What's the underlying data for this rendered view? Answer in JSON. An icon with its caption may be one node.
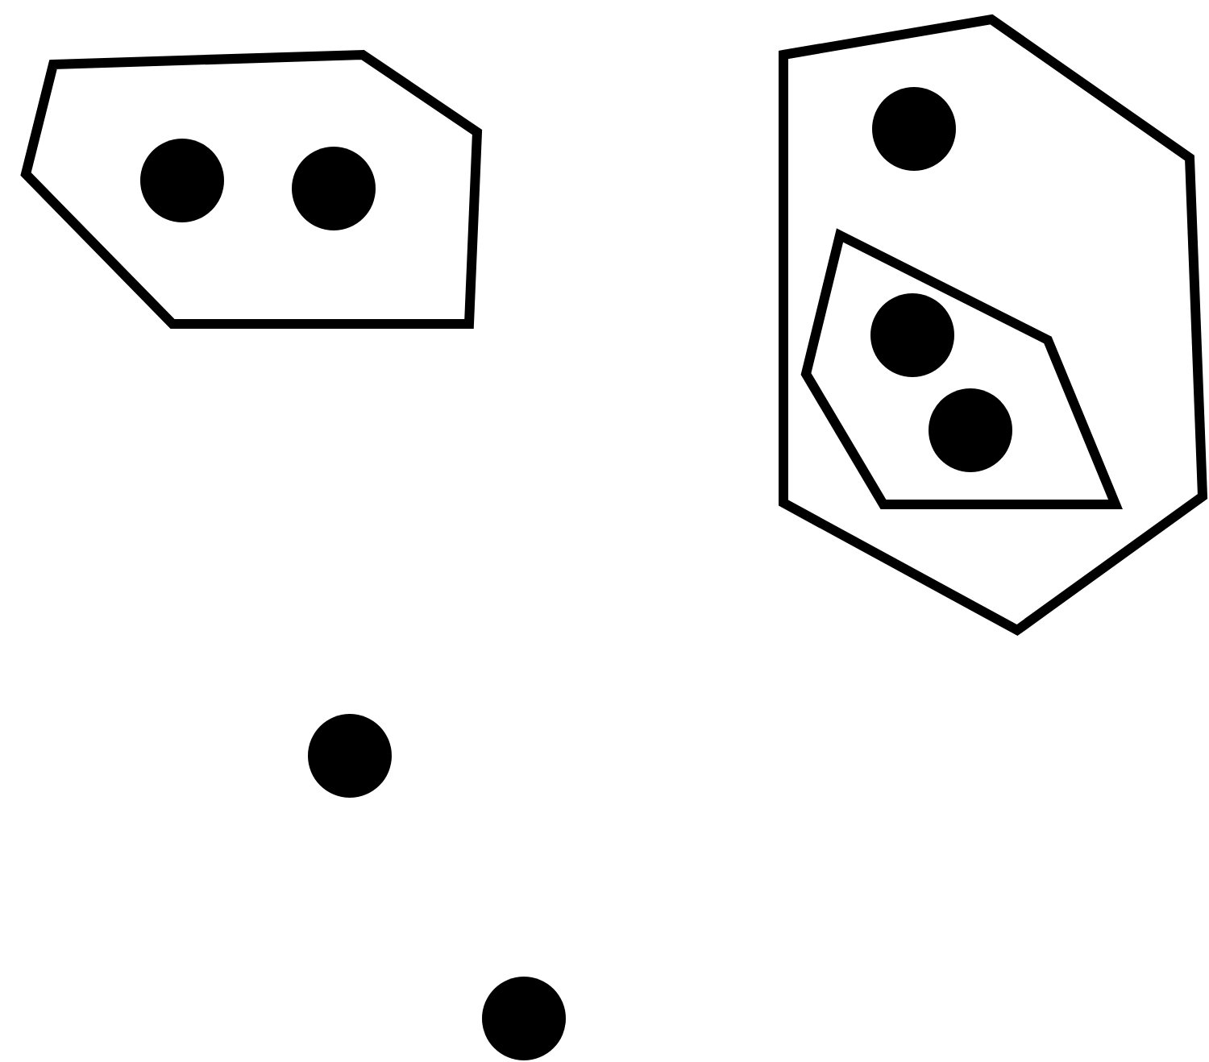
{
  "diagram": {
    "nodes": [
      {
        "text": [],
        "shape": "polygon"
      },
      {
        "text": [],
        "shape": "circle",
        "in": 0
      },
      {
        "text": [],
        "shape": "circle",
        "in": 0
      },
      {
        "text": [],
        "shape": "polygon"
      },
      {
        "text": [],
        "shape": "circle",
        "in": 3
      },
      {
        "text": [],
        "shape": "polygon",
        "in": 3
      },
      {
        "text": [],
        "shape": "circle",
        "in": 5
      },
      {
        "text": [],
        "shape": "circle",
        "in": 5
      },
      {
        "text": [],
        "shape": "circle"
      },
      {
        "text": [],
        "shape": "circle"
      }
    ]
  }
}
